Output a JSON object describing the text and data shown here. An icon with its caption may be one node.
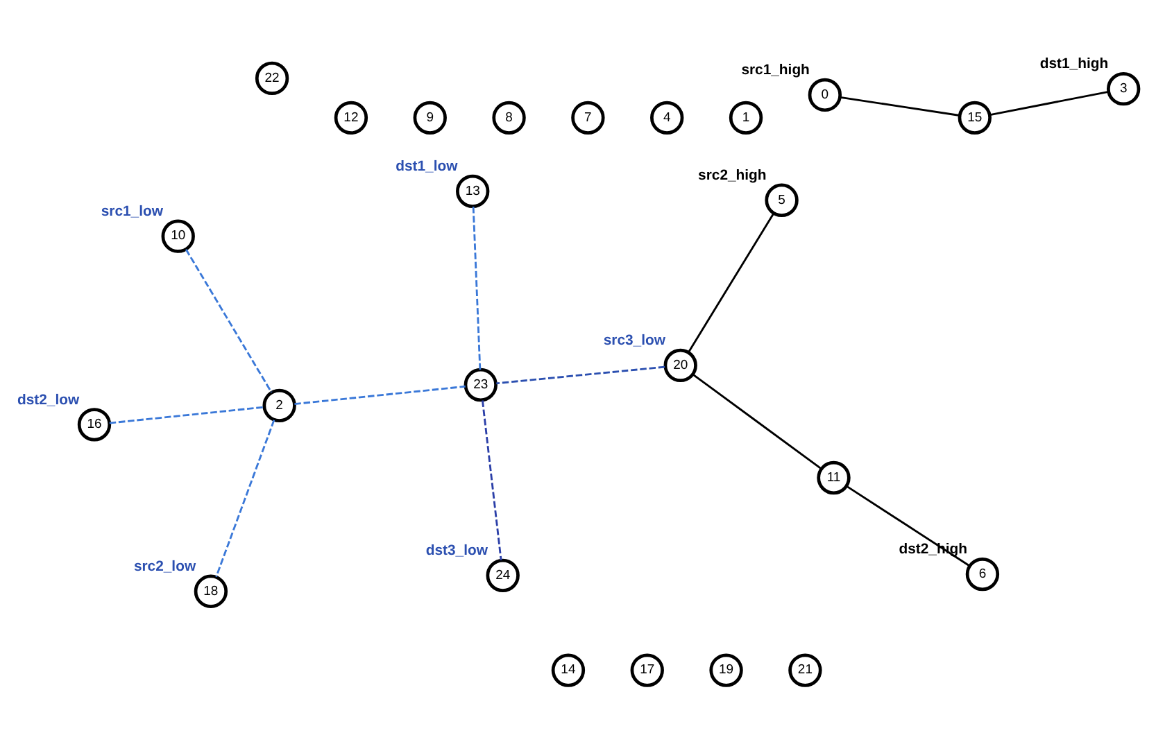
{
  "diagram": {
    "nodes": [
      {
        "text": [
          "0"
        ],
        "beside": [
          "src1_high"
        ]
      },
      {
        "text": [
          "1"
        ]
      },
      {
        "text": [
          "2"
        ]
      },
      {
        "text": [
          "3"
        ],
        "beside": [
          "dst1_high"
        ]
      },
      {
        "text": [
          "4"
        ]
      },
      {
        "text": [
          "5"
        ],
        "beside": [
          "src2_high"
        ]
      },
      {
        "text": [
          "6"
        ],
        "beside": [
          "dst2_high"
        ]
      },
      {
        "text": [
          "7"
        ]
      },
      {
        "text": [
          "8"
        ]
      },
      {
        "text": [
          "9"
        ]
      },
      {
        "text": [
          "10"
        ],
        "beside": [
          "src1_low"
        ]
      },
      {
        "text": [
          "11"
        ]
      },
      {
        "text": [
          "12"
        ]
      },
      {
        "text": [
          "13"
        ],
        "beside": [
          "dst1_low"
        ]
      },
      {
        "text": [
          "14"
        ]
      },
      {
        "text": [
          "15"
        ]
      },
      {
        "text": [
          "16"
        ],
        "beside": [
          "dst2_low"
        ]
      },
      {
        "text": [
          "17"
        ]
      },
      {
        "text": [
          "18"
        ],
        "beside": [
          "src2_low"
        ]
      },
      {
        "text": [
          "19"
        ]
      },
      {
        "text": [
          "20"
        ],
        "beside": [
          "src3_low"
        ]
      },
      {
        "text": [
          "21"
        ]
      },
      {
        "text": [
          "22"
        ]
      },
      {
        "text": [
          "23"
        ]
      },
      {
        "text": [
          "24"
        ],
        "beside": [
          "dst3_low"
        ]
      }
    ],
    "edges": [
      {
        "from": 0,
        "to": 15,
        "arrow": "none",
        "color": "#000000"
      },
      {
        "from": 15,
        "to": 3,
        "arrow": "none",
        "color": "#000000"
      },
      {
        "from": 20,
        "to": 11,
        "arrow": "none",
        "color": "#000000"
      },
      {
        "from": 11,
        "to": 6,
        "arrow": "none",
        "color": "#000000"
      },
      {
        "from": 20,
        "to": 5,
        "arrow": "none",
        "color": "#000000"
      },
      {
        "from": 16,
        "to": 2,
        "arrow": "none",
        "style": "dashed",
        "color": "#3a78d8"
      },
      {
        "from": 10,
        "to": 2,
        "arrow": "none",
        "style": "dashed",
        "color": "#3a78d8"
      },
      {
        "from": 2,
        "to": 18,
        "arrow": "none",
        "style": "dashed",
        "color": "#3a78d8"
      },
      {
        "from": 2,
        "to": 23,
        "arrow": "none",
        "style": "dashed",
        "color": "#3a78d8"
      },
      {
        "from": 20,
        "to": 23,
        "arrow": "none",
        "style": "dashed",
        "color": "#2b4fb0"
      },
      {
        "from": 23,
        "to": 24,
        "arrow": "none",
        "style": "dashed",
        "color": "#2b3fa8"
      },
      {
        "from": 23,
        "to": 13,
        "arrow": "none",
        "style": "dashed",
        "color": "#3a78d8"
      }
    ]
  }
}
